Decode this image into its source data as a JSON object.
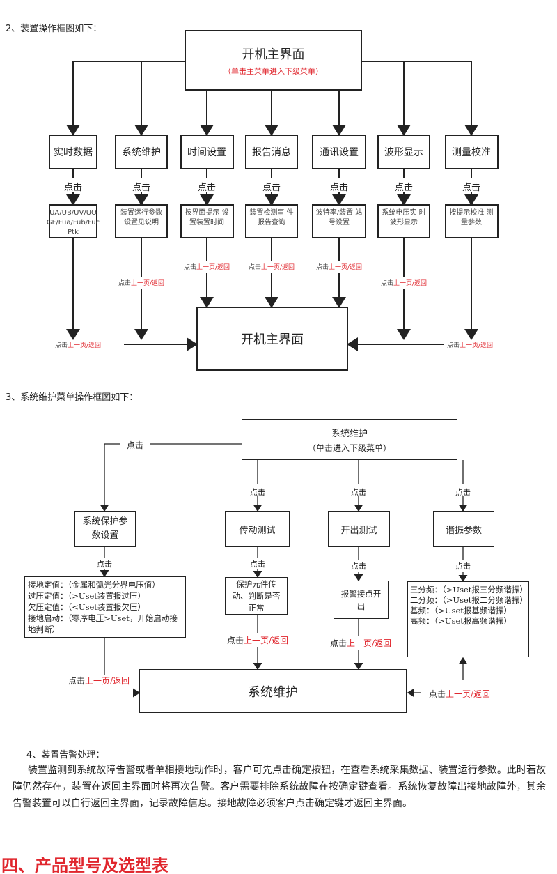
{
  "section2": {
    "heading": "2、装置操作框图如下：",
    "top_title": "开机主界面",
    "top_sub": "（单击主菜单进入下级菜单）",
    "click": "点击",
    "menus": [
      "实时数据",
      "系统维护",
      "时间设置",
      "报告消息",
      "通讯设置",
      "波形显示",
      "测量校准"
    ],
    "details": [
      "UA/UB/UV/UO GF/Fua/Fub/Fuc Ptk",
      "装置运行参数 设置见说明",
      "按界面提示 设置装置时间",
      "装置检测事 件报告查询",
      "波特率/装置 站号设置",
      "系统电压实 时波形显示",
      "按提示校准 测量参数"
    ],
    "return_prefix": "点击",
    "return_red": "上一页/返回",
    "bottom_title": "开机主界面"
  },
  "section3": {
    "heading": "3、系统维护菜单操作框图如下：",
    "top_title": "系统维护",
    "top_sub": "（单击进入下级菜单）",
    "click": "点击",
    "menus": [
      "系统保护参数设置",
      "传动测试",
      "开出测试",
      "谐振参数"
    ],
    "detail1": [
      "接地定值：（金属和弧光分界电压值）",
      "过压定值：（>Uset装置报过压）",
      "欠压定值：（<Uset装置报欠压）",
      "接地启动：（零序电压>Uset，开始启动接地判断）"
    ],
    "detail2": "保护元件传动、判断是否正常",
    "detail3": "报警接点开出",
    "detail4": [
      "三分频：（>Uset报三分频谐振）",
      "二分频：（>Uset报二分频谐振）",
      "基频：（>Uset报基频谐振）",
      "高频：（>Uset报高频谐振）"
    ],
    "return_prefix": "点击",
    "return_red": "上一页/返回",
    "bottom_title": "系统维护"
  },
  "section4": {
    "heading": "4、装置告警处理：",
    "body": "装置监测到系统故障告警或者单相接地动作时，客户可先点击确定按钮，在查看系统采集数据、装置运行参数。此时若故障仍然存在，装置在返回主界面时将再次告警。客户需要排除系统故障在按确定键查看。系统恢复故障出接地故障外，其余告警装置可以自行返回主界面，记录故障信息。接地故障必须客户点击确定键才返回主界面。"
  },
  "footer_heading": "四、产品型号及选型表",
  "colors": {
    "accent_red": "#e0262d",
    "line": "#222222"
  }
}
